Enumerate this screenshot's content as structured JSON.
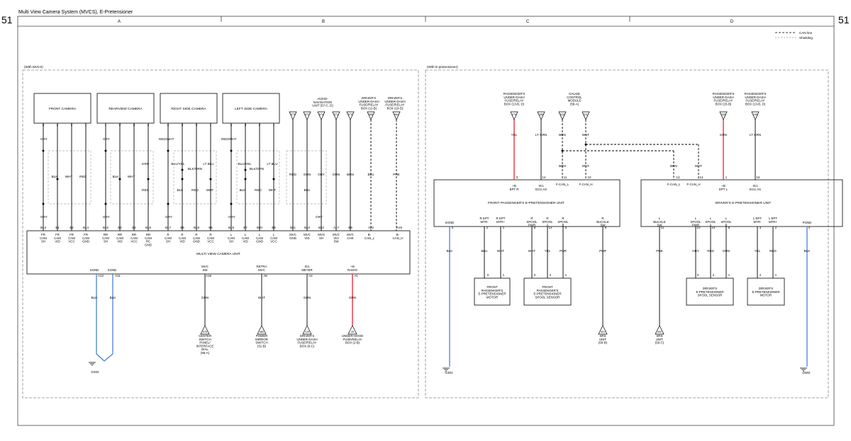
{
  "header": {
    "title": "Multi View Camera System (MVCS), E-Pretensioner",
    "page_left": "51",
    "page_right": "51"
  },
  "columns": [
    "A",
    "B",
    "C",
    "D"
  ],
  "legend": {
    "can": "CAN line",
    "shield": "Shielding"
  },
  "sections": {
    "left": "(With MVCS)",
    "right": "(With E-pretensioner)"
  },
  "colors": {
    "red_wire": "#e8303a",
    "blue_wire": "#3a78d6",
    "wire": "#000000"
  },
  "boxes": [
    {
      "id": "front_camera",
      "lines": [
        "FRONT CAMERA"
      ]
    },
    {
      "id": "rearview_camera",
      "lines": [
        "REARVIEW CAMERA"
      ]
    },
    {
      "id": "right_camera",
      "lines": [
        "RIGHT SIDE CAMERA"
      ]
    },
    {
      "id": "left_camera",
      "lines": [
        "LEFT SIDE CAMERA"
      ]
    },
    {
      "id": "mvc_unit",
      "lines": [
        "MULTI VIEW CAMERA UNIT"
      ]
    },
    {
      "id": "fp_unit",
      "lines": [
        "FRONT PASSENGER'S E-PRETENSIONER UNIT"
      ]
    },
    {
      "id": "d_unit",
      "lines": [
        "DRIVER'S E-PRETENSIONER UNIT"
      ]
    },
    {
      "id": "fp_motor",
      "lines": [
        "FRONT",
        "PASSENGER'S",
        "E-PRETENSIONER",
        "MOTOR"
      ]
    },
    {
      "id": "fp_sensor",
      "lines": [
        "FRONT",
        "PASSENGER'S",
        "E-PRETENSIONER",
        "SPOOL SENSOR"
      ]
    },
    {
      "id": "d_sensor",
      "lines": [
        "DRIVER'S",
        "E-PRETENSIONER",
        "SPOOL SENSOR"
      ]
    },
    {
      "id": "d_motor",
      "lines": [
        "DRIVER'S",
        "E-PRETENSIONER",
        "MOTOR"
      ]
    }
  ],
  "pins": [
    {
      "id": "fc3",
      "text": "3"
    },
    {
      "id": "fc4",
      "text": "4"
    },
    {
      "id": "fc2",
      "text": "2"
    },
    {
      "id": "fc1",
      "text": "1"
    },
    {
      "id": "rc1",
      "text": "1"
    },
    {
      "id": "rc2",
      "text": "2"
    },
    {
      "id": "rc3",
      "text": "3"
    },
    {
      "id": "rc4",
      "text": "4"
    },
    {
      "id": "rs4",
      "text": "4"
    },
    {
      "id": "rs3",
      "text": "3"
    },
    {
      "id": "rs2",
      "text": "2"
    },
    {
      "id": "rs1",
      "text": "1"
    },
    {
      "id": "ls4",
      "text": "4"
    },
    {
      "id": "ls3",
      "text": "3"
    },
    {
      "id": "ls2",
      "text": "2"
    },
    {
      "id": "ls1",
      "text": "1"
    },
    {
      "id": "b13",
      "text": "B13"
    },
    {
      "id": "b1",
      "text": "B1"
    },
    {
      "id": "b2",
      "text": "B2"
    },
    {
      "id": "b14",
      "text": "B14"
    },
    {
      "id": "b15",
      "text": "B15"
    },
    {
      "id": "b3",
      "text": "B3"
    },
    {
      "id": "b4",
      "text": "B4"
    },
    {
      "id": "b16",
      "text": "B16"
    },
    {
      "id": "b17",
      "text": "B17"
    },
    {
      "id": "b5",
      "text": "B5"
    },
    {
      "id": "b18",
      "text": "B18"
    },
    {
      "id": "b6",
      "text": "B6"
    },
    {
      "id": "b19",
      "text": "B19"
    },
    {
      "id": "b7",
      "text": "B7"
    },
    {
      "id": "b20",
      "text": "B20"
    },
    {
      "id": "b8",
      "text": "B8"
    },
    {
      "id": "b21",
      "text": "B21"
    },
    {
      "id": "b10",
      "text": "B10"
    },
    {
      "id": "b22",
      "text": "B22"
    },
    {
      "id": "a17",
      "text": "A17"
    },
    {
      "id": "b9",
      "text": "B9"
    },
    {
      "id": "a20",
      "text": "A20"
    },
    {
      "id": "a19",
      "text": "A19"
    },
    {
      "id": "a12",
      "text": "A12"
    },
    {
      "id": "a11",
      "text": "A11"
    },
    {
      "id": "a18",
      "text": "A18"
    },
    {
      "id": "a8",
      "text": "A8"
    },
    {
      "id": "a2",
      "text": "A2"
    },
    {
      "id": "a1",
      "text": "A1"
    },
    {
      "id": "fp4",
      "text": "4"
    },
    {
      "id": "fp2",
      "text": "2"
    },
    {
      "id": "fp1",
      "text": "1"
    },
    {
      "id": "fp8",
      "text": "8"
    },
    {
      "id": "fp12",
      "text": "12"
    },
    {
      "id": "fp6",
      "text": "6"
    },
    {
      "id": "fp9",
      "text": "9"
    },
    {
      "id": "fp3",
      "text": "3"
    },
    {
      "id": "fp14",
      "text": "14"
    },
    {
      "id": "fp11",
      "text": "11"
    },
    {
      "id": "fp10",
      "text": "10"
    },
    {
      "id": "d13",
      "text": "13"
    },
    {
      "id": "d12",
      "text": "12"
    },
    {
      "id": "d1",
      "text": "1"
    },
    {
      "id": "d16",
      "text": "16"
    },
    {
      "id": "d11",
      "text": "11"
    },
    {
      "id": "d10",
      "text": "10"
    },
    {
      "id": "d14",
      "text": "14"
    },
    {
      "id": "d8",
      "text": "8"
    },
    {
      "id": "d3",
      "text": "3"
    },
    {
      "id": "d2",
      "text": "2"
    },
    {
      "id": "d4",
      "text": "4"
    },
    {
      "id": "fm2",
      "text": "2"
    },
    {
      "id": "fm1",
      "text": "1"
    },
    {
      "id": "fs3",
      "text": "3"
    },
    {
      "id": "fs2",
      "text": "2"
    },
    {
      "id": "fs1",
      "text": "1"
    },
    {
      "id": "ds3",
      "text": "3"
    },
    {
      "id": "ds2",
      "text": "2"
    },
    {
      "id": "ds1",
      "text": "1"
    },
    {
      "id": "dm2",
      "text": "2"
    },
    {
      "id": "dm1",
      "text": "1"
    }
  ],
  "wire_colors": [
    {
      "id": "w1",
      "text": "GRY"
    },
    {
      "id": "w2",
      "text": "BLK"
    },
    {
      "id": "w3",
      "text": "WHT"
    },
    {
      "id": "w4",
      "text": "RED"
    },
    {
      "id": "w5",
      "text": "GRY"
    },
    {
      "id": "w6",
      "text": "BLK"
    },
    {
      "id": "w7",
      "text": "WHT"
    },
    {
      "id": "w8",
      "text": "GRN"
    },
    {
      "id": "w9",
      "text": "RED"
    },
    {
      "id": "w10",
      "text": "RED/WHT"
    },
    {
      "id": "w11",
      "text": "BLU/YEL"
    },
    {
      "id": "w12",
      "text": "BLK/ORN"
    },
    {
      "id": "w13",
      "text": "LT BLU"
    },
    {
      "id": "w14",
      "text": "BLK"
    },
    {
      "id": "w15",
      "text": "RED"
    },
    {
      "id": "w16",
      "text": "WHT"
    },
    {
      "id": "w17",
      "text": "RED/WHT"
    },
    {
      "id": "w18",
      "text": "BLU/YEL"
    },
    {
      "id": "w19",
      "text": "BLK/ORN"
    },
    {
      "id": "w20",
      "text": "LT BLU"
    },
    {
      "id": "w21",
      "text": "BLK"
    },
    {
      "id": "w22",
      "text": "RED"
    },
    {
      "id": "w23",
      "text": "WHT"
    },
    {
      "id": "w24",
      "text": "GRN"
    },
    {
      "id": "w25",
      "text": "GRY"
    },
    {
      "id": "w26",
      "text": "RED"
    },
    {
      "id": "w27",
      "text": "BLK"
    },
    {
      "id": "w28",
      "text": "ORN"
    },
    {
      "id": "w29",
      "text": "BRN"
    },
    {
      "id": "w30",
      "text": "BLU"
    },
    {
      "id": "w31",
      "text": "PNK"
    },
    {
      "id": "w32",
      "text": "GRY"
    },
    {
      "id": "w33",
      "text": "GRY"
    },
    {
      "id": "w34",
      "text": "GRY"
    },
    {
      "id": "w35",
      "text": "GRY"
    },
    {
      "id": "w36",
      "text": "GRY"
    },
    {
      "id": "w37",
      "text": "BLK"
    },
    {
      "id": "w38",
      "text": "BLK"
    },
    {
      "id": "w39",
      "text": "GRN"
    },
    {
      "id": "w40",
      "text": "WHT"
    },
    {
      "id": "w41",
      "text": "GRN"
    },
    {
      "id": "w42",
      "text": "ORN"
    },
    {
      "id": "w43",
      "text": "YEL"
    },
    {
      "id": "w44",
      "text": "LT GRN"
    },
    {
      "id": "w45",
      "text": "BRN"
    },
    {
      "id": "w46",
      "text": "WHT"
    },
    {
      "id": "w47",
      "text": "BRN"
    },
    {
      "id": "w48",
      "text": "WHT"
    },
    {
      "id": "w49",
      "text": "BRN"
    },
    {
      "id": "w50",
      "text": "WHT"
    },
    {
      "id": "w51",
      "text": "GRN"
    },
    {
      "id": "w52",
      "text": "LT GRN"
    },
    {
      "id": "w53",
      "text": "BLK"
    },
    {
      "id": "w54",
      "text": "BLU"
    },
    {
      "id": "w55",
      "text": "WHT"
    },
    {
      "id": "w56",
      "text": "WHT"
    },
    {
      "id": "w57",
      "text": "YEL"
    },
    {
      "id": "w58",
      "text": "PUR"
    },
    {
      "id": "w59",
      "text": "PUR"
    },
    {
      "id": "w60",
      "text": "PNK"
    },
    {
      "id": "w61",
      "text": "GRY"
    },
    {
      "id": "w62",
      "text": "RED"
    },
    {
      "id": "w63",
      "text": "ORN"
    },
    {
      "id": "w64",
      "text": "YEL"
    },
    {
      "id": "w65",
      "text": "RED"
    },
    {
      "id": "w66",
      "text": "BLK"
    }
  ],
  "signal_labels": [
    {
      "id": "s1",
      "lines": [
        "FR",
        "CAM",
        "SH"
      ]
    },
    {
      "id": "s2",
      "lines": [
        "FR",
        "CAM",
        "VID"
      ]
    },
    {
      "id": "s3",
      "lines": [
        "FR",
        "CAM",
        "VCC"
      ]
    },
    {
      "id": "s4",
      "lines": [
        "FR",
        "CAM",
        "GND"
      ]
    },
    {
      "id": "s5",
      "lines": [
        "RR",
        "CAM",
        "SH"
      ]
    },
    {
      "id": "s6",
      "lines": [
        "RR",
        "CAM",
        "VID"
      ]
    },
    {
      "id": "s7",
      "lines": [
        "RR",
        "CAM",
        "VCC"
      ]
    },
    {
      "id": "s8",
      "lines": [
        "RR",
        "CAM",
        "RC",
        "GND"
      ]
    },
    {
      "id": "s9",
      "lines": [
        "R",
        "CAM",
        "SH"
      ]
    },
    {
      "id": "s10",
      "lines": [
        "R",
        "CAM",
        "VID"
      ]
    },
    {
      "id": "s11",
      "lines": [
        "R",
        "CAM",
        "GND"
      ]
    },
    {
      "id": "s12",
      "lines": [
        "R",
        "CAM",
        "VCC"
      ]
    },
    {
      "id": "s13",
      "lines": [
        "L",
        "CAM",
        "SH"
      ]
    },
    {
      "id": "s14",
      "lines": [
        "L",
        "CAM",
        "VID"
      ]
    },
    {
      "id": "s15",
      "lines": [
        "L",
        "CAM",
        "GND"
      ]
    },
    {
      "id": "s16",
      "lines": [
        "L",
        "CAM",
        "VCC"
      ]
    },
    {
      "id": "s17",
      "lines": [
        "MVC",
        "GND"
      ]
    },
    {
      "id": "s18",
      "lines": [
        "MVC",
        "VID"
      ]
    },
    {
      "id": "s19",
      "lines": [
        "MVS",
        "SH"
      ]
    },
    {
      "id": "s20",
      "lines": [
        "MVC",
        "VIO",
        "SW"
      ]
    },
    {
      "id": "s21",
      "lines": [
        "MVC",
        "CHK"
      ]
    },
    {
      "id": "s22",
      "lines": [
        "B-",
        "CAN_L"
      ]
    },
    {
      "id": "s23",
      "lines": [
        "B-",
        "CAN_H"
      ]
    },
    {
      "id": "s24",
      "lines": [
        "SGND"
      ]
    },
    {
      "id": "s25",
      "lines": [
        "SGND"
      ]
    },
    {
      "id": "s26",
      "lines": [
        "MVC",
        "SW"
      ]
    },
    {
      "id": "s27",
      "lines": [
        "RETRA",
        "MVC"
      ]
    },
    {
      "id": "s28",
      "lines": [
        "IG1",
        "METER"
      ]
    },
    {
      "id": "s29",
      "lines": [
        "+B",
        "RADIO"
      ]
    },
    {
      "id": "s30",
      "lines": [
        "+B",
        "EPT R"
      ]
    },
    {
      "id": "s31",
      "lines": [
        "IG1",
        "ECU AS"
      ]
    },
    {
      "id": "s32",
      "lines": [
        "F-CAN_L"
      ]
    },
    {
      "id": "s33",
      "lines": [
        "F-CAN_H"
      ]
    },
    {
      "id": "s34",
      "lines": [
        "SGND"
      ]
    },
    {
      "id": "s35",
      "lines": [
        "R EPT",
        "MTR-"
      ]
    },
    {
      "id": "s36",
      "lines": [
        "R EPT",
        "MTR+"
      ]
    },
    {
      "id": "s37",
      "lines": [
        "R",
        "SPOOL",
        "PWR"
      ]
    },
    {
      "id": "s38",
      "lines": [
        "R",
        "SPOOL",
        "A"
      ]
    },
    {
      "id": "s39",
      "lines": [
        "R",
        "SPOOL",
        "B"
      ]
    },
    {
      "id": "s40",
      "lines": [
        "R",
        "BUCKLE",
        "SW"
      ]
    },
    {
      "id": "s41",
      "lines": [
        "F-CAN_L"
      ]
    },
    {
      "id": "s42",
      "lines": [
        "F-CAN_H"
      ]
    },
    {
      "id": "s43",
      "lines": [
        "+B",
        "EPT L"
      ]
    },
    {
      "id": "s44",
      "lines": [
        "IG1",
        "ECU AS"
      ]
    },
    {
      "id": "s45",
      "lines": [
        "L",
        "BUCKLE",
        "SW"
      ]
    },
    {
      "id": "s46",
      "lines": [
        "L",
        "SPOOL",
        "PWR"
      ]
    },
    {
      "id": "s47",
      "lines": [
        "L",
        "SPOOL",
        "A"
      ]
    },
    {
      "id": "s48",
      "lines": [
        "L",
        "SPOOL",
        "B"
      ]
    },
    {
      "id": "s49",
      "lines": [
        "L EPT",
        "MTR-"
      ]
    },
    {
      "id": "s50",
      "lines": [
        "L EPT",
        "MTR+"
      ]
    },
    {
      "id": "s51",
      "lines": [
        "PGND"
      ]
    }
  ],
  "refs": [
    {
      "id": "r573",
      "text": "573"
    },
    {
      "id": "r572",
      "text": "572"
    },
    {
      "id": "r574",
      "text": "574"
    },
    {
      "id": "r571",
      "text": "571"
    },
    {
      "id": "r570",
      "text": "570"
    },
    {
      "id": "r565",
      "text": "565"
    },
    {
      "id": "r564",
      "text": "564"
    },
    {
      "id": "r576",
      "text": "576"
    },
    {
      "id": "r483",
      "text": "483"
    },
    {
      "id": "r129",
      "text": "129"
    },
    {
      "id": "r49",
      "text": "49"
    },
    {
      "id": "r270",
      "text": "270"
    },
    {
      "id": "r286",
      "text": "286"
    },
    {
      "id": "r510",
      "text": "510"
    },
    {
      "id": "r511",
      "text": "511"
    },
    {
      "id": "r326",
      "text": "326"
    },
    {
      "id": "r245",
      "text": "245"
    },
    {
      "id": "r901",
      "text": "901"
    },
    {
      "id": "r902",
      "text": "902"
    }
  ],
  "ref_labels": [
    {
      "id": "l_audio",
      "lines": [
        "AUDIO-",
        "NAVIGATION",
        "UNIT (57-C, D)"
      ]
    },
    {
      "id": "l_drv11b",
      "lines": [
        "DRIVER'S",
        "UNDER-DASH",
        "FUSE/RELAY",
        "BOX (11-B)"
      ]
    },
    {
      "id": "l_drv10d",
      "lines": [
        "DRIVER'S",
        "UNDER-DASH",
        "FUSE/RELAY",
        "BOX (10-D)"
      ]
    },
    {
      "id": "l_576",
      "lines": [
        "CENTER",
        "SWITCH",
        "PANEL/",
        "INTERFACE",
        "DIAL",
        "(55-A)"
      ]
    },
    {
      "id": "l_483",
      "lines": [
        "POWER",
        "MIRROR",
        "SWITCH",
        "(31-B)"
      ]
    },
    {
      "id": "l_129",
      "lines": [
        "DRIVER'S",
        "UNDER-DASH",
        "FUSE/RELAY",
        "BOX (6-C)"
      ]
    },
    {
      "id": "l_49",
      "lines": [
        "UNDER-HOOD",
        "FUSE/RELAY",
        "BOX (2-B)"
      ]
    },
    {
      "id": "l_pass1",
      "lines": [
        "PASSENGER'S",
        "UNDER-DASH",
        "FUSE/RELAY",
        "BOX (13-B, D)"
      ]
    },
    {
      "id": "l_gauge",
      "lines": [
        "GAUGE",
        "CONTROL",
        "MODULE",
        "(58-A)"
      ]
    },
    {
      "id": "l_pass2",
      "lines": [
        "PASSENGER'S",
        "UNDER-DASH",
        "FUSE/RELAY",
        "BOX (15-B)"
      ]
    },
    {
      "id": "l_pass3",
      "lines": [
        "PASSENGER'S",
        "UNDER-DASH",
        "FUSE/RELAY",
        "BOX (13-B, D)"
      ]
    },
    {
      "id": "l_901",
      "lines": [
        "SRS",
        "UNIT",
        "(60-B)"
      ]
    },
    {
      "id": "l_902",
      "lines": [
        "SRS",
        "UNIT",
        "(59-C)"
      ]
    }
  ],
  "grounds": [
    {
      "id": "g402",
      "text": "G402"
    },
    {
      "id": "g301",
      "text": "G301"
    },
    {
      "id": "g602",
      "text": "G602"
    }
  ]
}
